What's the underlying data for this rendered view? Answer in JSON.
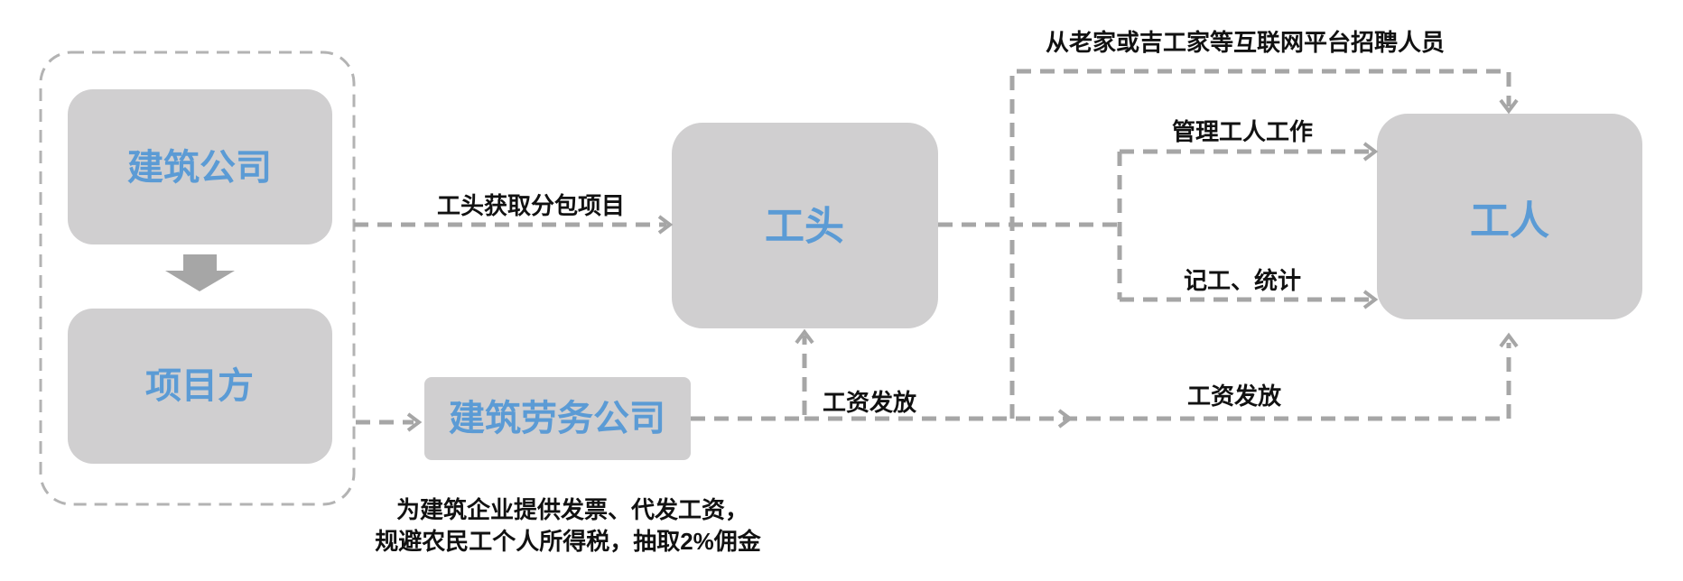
{
  "nodes": {
    "construction_company": "建筑公司",
    "project_owner": "项目方",
    "foreman": "工头",
    "labor_company": "建筑劳务公司",
    "workers": "工人"
  },
  "labels": {
    "foreman_gets_subcontract": "工头获取分包项目",
    "wage_payment_1": "工资发放",
    "wage_payment_2": "工资发放",
    "recruit": "从老家或吉工家等互联网平台招聘人员",
    "manage_work": "管理工人工作",
    "record_stats": "记工、统计",
    "labor_company_note_line1": "为建筑企业提供发票、代发工资，",
    "labor_company_note_line2": "规避农民工个人所得税，抽取2%佣金"
  },
  "colors": {
    "box": "#d0cfd0",
    "node_text": "#5b9bd5",
    "connector": "#a6a6a6"
  }
}
